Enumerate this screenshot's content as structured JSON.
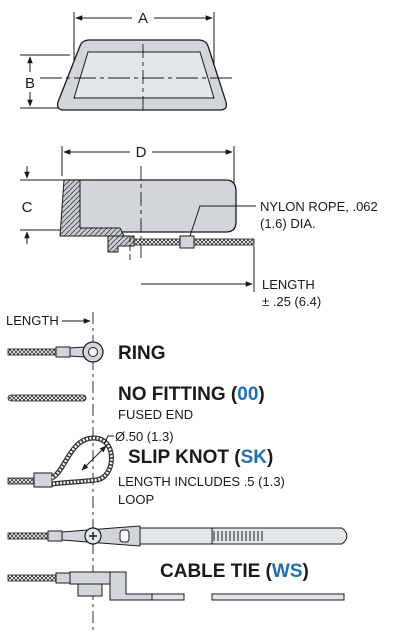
{
  "top_view": {
    "dim_a": "A",
    "dim_b": "B"
  },
  "side_view": {
    "dim_c": "C",
    "dim_d": "D",
    "rope_line1": "NYLON ROPE, .062",
    "rope_line2": "(1.6) DIA.",
    "length_label": "LENGTH",
    "length_tol": "± .25 (6.4)"
  },
  "fittings_header": {
    "length_label": "LENGTH"
  },
  "fittings": {
    "ring": {
      "title": "RING"
    },
    "no_fitting": {
      "title_prefix": "NO FITTING (",
      "code": "00",
      "title_suffix": ")",
      "note": "FUSED END"
    },
    "slip_knot": {
      "dia": "Ø.50 (1.3)",
      "title_prefix": "SLIP KNOT (",
      "code": "SK",
      "title_suffix": ")",
      "note_line1": "LENGTH INCLUDES .5 (1.3)",
      "note_line2": "LOOP"
    },
    "cable_tie": {
      "title_prefix": "CABLE TIE (",
      "code": "WS",
      "title_suffix": ")"
    }
  },
  "colors": {
    "accent": "#1f6fb2",
    "part_fill": "#d2d6da",
    "ink": "#1a1a1a"
  }
}
